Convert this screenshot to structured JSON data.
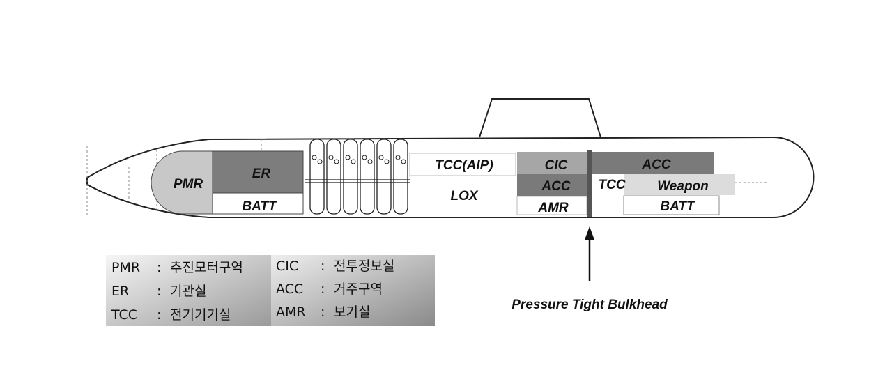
{
  "compartments": {
    "pmr": "PMR",
    "er": "ER",
    "batt_aft": "BATT",
    "tcc_aip": "TCC(AIP)",
    "lox": "LOX",
    "cic": "CIC",
    "acc_mid": "ACC",
    "amr": "AMR",
    "acc_fwd": "ACC",
    "tcc_fwd": "TCC",
    "weapon": "Weapon",
    "batt_fwd": "BATT"
  },
  "annotation": "Pressure Tight Bulkhead",
  "legend": {
    "left": [
      {
        "abbr": "PMR",
        "sep": ":",
        "desc": "추진모터구역"
      },
      {
        "abbr": "ER",
        "sep": ":",
        "desc": "기관실"
      },
      {
        "abbr": "TCC",
        "sep": ":",
        "desc": "전기기기실"
      }
    ],
    "right": [
      {
        "abbr": "CIC",
        "sep": ":",
        "desc": "전투정보실"
      },
      {
        "abbr": "ACC",
        "sep": ":",
        "desc": "거주구역"
      },
      {
        "abbr": "AMR",
        "sep": ":",
        "desc": "보기실"
      }
    ]
  },
  "colors": {
    "outline": "#222222",
    "pmr_fill": "#c8c8c8",
    "dark_fill": "#7a7a7a",
    "light_fill": "#dcdcdc",
    "bulkhead": "#555555",
    "legend_grad_start": "#f4f4f4",
    "legend_grad_end": "#8c8c8c"
  }
}
